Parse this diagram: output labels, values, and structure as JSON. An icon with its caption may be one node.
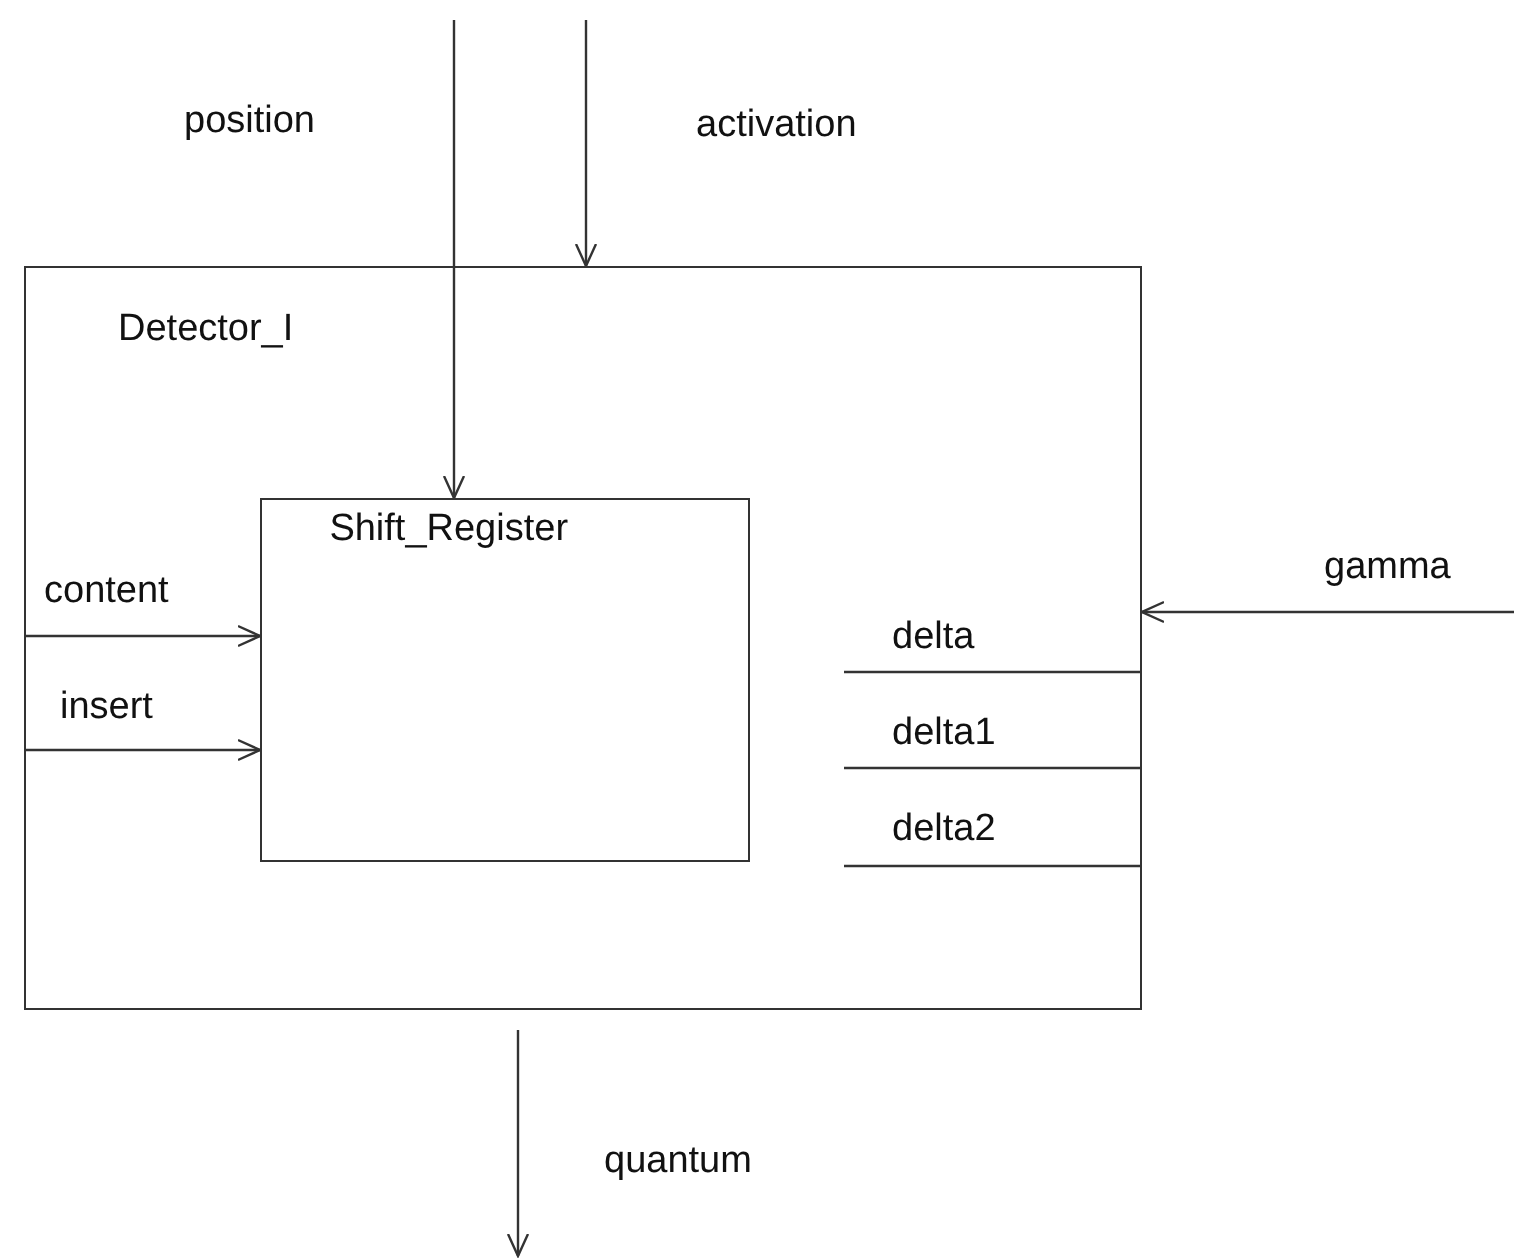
{
  "diagram": {
    "nodes": [
      {
        "text": [
          "Detector_I"
        ]
      },
      {
        "text": [
          "Shift_Register"
        ],
        "in": 0
      }
    ],
    "edges": [
      {
        "from": null,
        "to": 1,
        "arrow": "to",
        "label": "position"
      },
      {
        "from": null,
        "to": 0,
        "arrow": "to",
        "label": "activation"
      },
      {
        "from": null,
        "to": 0,
        "arrow": "to",
        "label": "gamma"
      },
      {
        "from": 0,
        "to": 1,
        "arrow": "to",
        "label": "content"
      },
      {
        "from": 0,
        "to": 1,
        "arrow": "to",
        "label": "insert"
      },
      {
        "from": 0,
        "to": null,
        "arrow": "to",
        "label": "quantum"
      }
    ],
    "labels": [
      "delta",
      "delta1",
      "delta2"
    ]
  }
}
